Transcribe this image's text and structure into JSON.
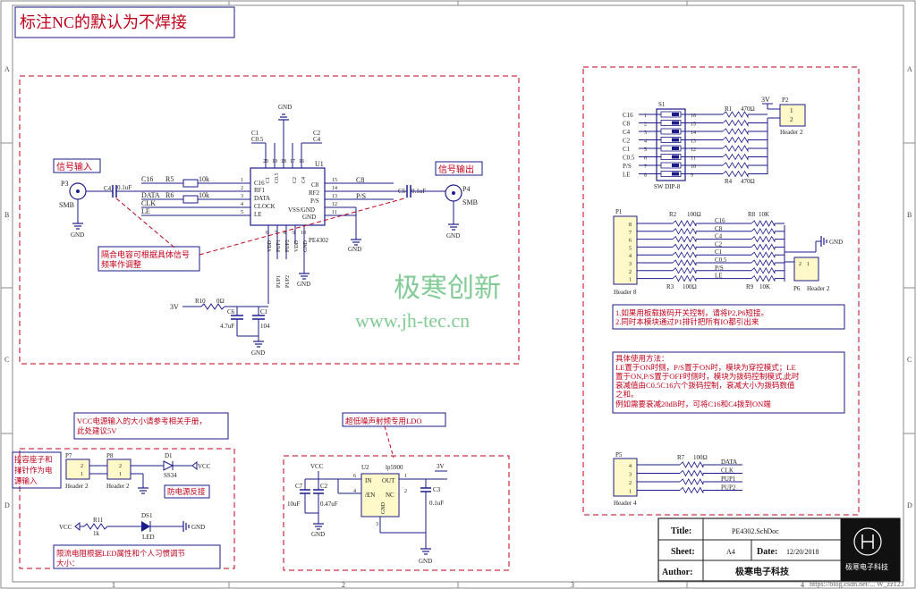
{
  "header_title": "标注NC的默认为不焊接",
  "border": {
    "rows": [
      "A",
      "B",
      "C",
      "D"
    ],
    "cols": [
      "1",
      "2",
      "3",
      "4"
    ]
  },
  "watermark": {
    "name": "极寒创新",
    "url": "www.jh-tec.cn"
  },
  "rf_section": {
    "in_label": "信号输入",
    "out_label": "信号输出",
    "cap_note": [
      "隔合电容可根据具体信号",
      "频率作调整"
    ],
    "p3": {
      "ref": "P3",
      "type": "SMB"
    },
    "p4": {
      "ref": "P4",
      "type": "SMB"
    },
    "c4": {
      "ref": "C4",
      "value": "0.1uF"
    },
    "c5": {
      "ref": "C5",
      "value": "0.1uF"
    },
    "u1": {
      "ref": "U1",
      "part": "PE4302",
      "left_pins": [
        "C16",
        "RF1",
        "DATA",
        "CLOCK",
        "LE"
      ],
      "right_pins": [
        "C8",
        "RF2",
        "P/S",
        "VSS/GND",
        "GND"
      ],
      "top_pins": [
        "C1",
        "C0.5",
        "C2",
        "C4"
      ],
      "bottom_pins": [
        "VDD",
        "PUP1",
        "PUP2",
        "VDD",
        "GND"
      ],
      "left_nums": [
        "1",
        "2",
        "3",
        "4",
        "5"
      ],
      "right_nums": [
        "15",
        "14",
        "13",
        "12",
        "11"
      ],
      "top_nums": [
        "20",
        "19",
        "18",
        "17",
        "16"
      ],
      "bottom_nums": [
        "6",
        "7",
        "8",
        "9",
        "10"
      ]
    },
    "r5": {
      "ref": "R5",
      "value": "10k",
      "net": "C16"
    },
    "r6": {
      "ref": "R6",
      "value": "10k",
      "net": "DATA"
    },
    "nets_left": [
      "CLK",
      "LE"
    ],
    "nets_top": [
      "C1",
      "C0.5",
      "C2",
      "C4"
    ],
    "net_c8": "C8",
    "net_ps": "P/S",
    "pup_nets": [
      "PUP1",
      "PUP2"
    ],
    "r10": {
      "ref": "R10",
      "value": "0Ω"
    },
    "c6": {
      "ref": "C6",
      "value": "4.7uF"
    },
    "c1b": {
      "ref": "C1",
      "value": "104"
    },
    "v3": "3V",
    "gnd": "GND"
  },
  "dip_section": {
    "s1": {
      "ref": "S1",
      "type": "SW DIP-8"
    },
    "left_nets": [
      "C16",
      "C8",
      "C4",
      "C2",
      "C1",
      "C0.5",
      "P/S",
      "LE"
    ],
    "left_nums": [
      "1",
      "2",
      "3",
      "4",
      "5",
      "6",
      "7",
      "8"
    ],
    "right_nums": [
      "16",
      "15",
      "14",
      "13",
      "12",
      "11",
      "10",
      "9"
    ],
    "r1": {
      "ref": "R1",
      "value": "470Ω"
    },
    "r4": {
      "ref": "R4",
      "value": "470Ω"
    },
    "v3": "3V",
    "p2": {
      "ref": "P2",
      "type": "Header 2",
      "pins": [
        "1",
        "2"
      ]
    }
  },
  "header8_section": {
    "p1": {
      "ref": "P1",
      "type": "Header 8",
      "pins": [
        "8",
        "7",
        "6",
        "5",
        "4",
        "3",
        "2",
        "1"
      ]
    },
    "r2": {
      "ref": "R2",
      "value": "100Ω"
    },
    "r3": {
      "ref": "R3",
      "value": "100Ω"
    },
    "r8": {
      "ref": "R8",
      "value": "10K"
    },
    "r9": {
      "ref": "R9",
      "value": "10K"
    },
    "nets": [
      "C16",
      "C8",
      "C4",
      "C2",
      "C1",
      "C0.5",
      "P/S",
      "LE"
    ],
    "p6": {
      "ref": "P6",
      "type": "Header 2",
      "pins": [
        "2",
        "1"
      ]
    },
    "gnd": "GND"
  },
  "notes": {
    "control": [
      "1.如果用板载拨码开关控制，请将P2,P6短接。",
      "2.同时本模块通过P1排针把所有IO都引出来"
    ],
    "usage": [
      "具体使用方法：",
      "LE置于ON时侧，P/S置于ON时，模块为穿控模式；LE",
      "置于ON,P/S置于OFF时侧时，模块为拨码控制模式,此时",
      "衰减值由C0.5C16六个拨码控制，衰减大小为拨码数值",
      "之和。",
      "例如需要衰减20dB时，可将C16和C4拨到ON端"
    ]
  },
  "header4_section": {
    "p5": {
      "ref": "P5",
      "type": "Header 4",
      "pins": [
        "4",
        "3",
        "2",
        "1"
      ]
    },
    "r7": {
      "ref": "R7",
      "value": "100Ω"
    },
    "nets": [
      "DATA",
      "CLK",
      "PUP1",
      "PUP2"
    ]
  },
  "power_section": {
    "vcc_note": [
      "VCC电源输入的大小请参考相关手册，",
      "此处建议5V"
    ],
    "side_note": [
      "接容座子和",
      "排针作为电",
      "源输入"
    ],
    "p7": {
      "ref": "P7",
      "type": "Header 2",
      "pins": [
        "2",
        "1"
      ]
    },
    "p8": {
      "ref": "P8",
      "type": "Header 2",
      "pins": [
        "2",
        "1"
      ]
    },
    "d1": {
      "ref": "D1",
      "part": "SS34"
    },
    "vcc": "VCC",
    "rev_note": "防电源反接",
    "r11": {
      "ref": "R11",
      "value": "1k"
    },
    "ds1": {
      "ref": "DS1",
      "part": "LED"
    },
    "led_note": [
      "限流电阻根据LED属性和个人习惯调节",
      "大小："
    ],
    "gnd": "GND"
  },
  "ldo_section": {
    "label": "超低噪声射频专用LDO",
    "u2": {
      "ref": "U2",
      "part": "lp5900",
      "pins": [
        "IN",
        "OUT",
        "/EN",
        "NC",
        "GND"
      ],
      "nums": [
        "6",
        "1",
        "4",
        "2",
        "3"
      ]
    },
    "c7": {
      "ref": "C7",
      "value": "10uF"
    },
    "c2": {
      "ref": "C2",
      "value": "0.47uF"
    },
    "c3": {
      "ref": "C3",
      "value": "0.1uF"
    },
    "vcc": "VCC",
    "v3": "3V",
    "gnd": "GND"
  },
  "title_block": {
    "title_label": "Title:",
    "title_value": "PE4302.SchDoc",
    "sheet_label": "Sheet:",
    "sheet_value": "A4",
    "date_label": "Date:",
    "date_value": "12/20/2018",
    "author_label": "Author:",
    "author_value": "极寒电子科技",
    "logo_text": "极寒电子科技",
    "corner_mark": "https://blog.csdn.net/... W_zz123"
  },
  "colors": {
    "wire": "#1b1b8c",
    "note": "#c0001a",
    "dash": "#c0001a",
    "watermark": "#2fa84f"
  }
}
